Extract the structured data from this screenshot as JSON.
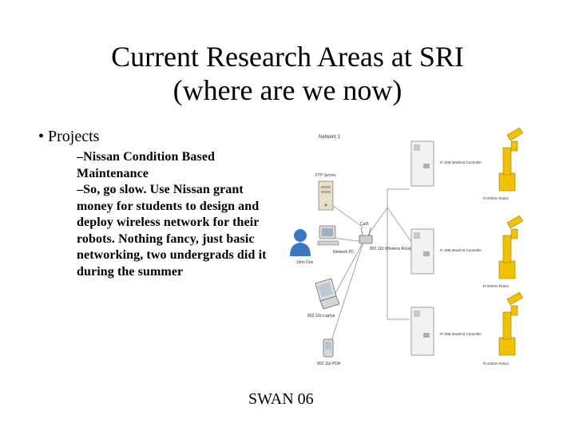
{
  "slide": {
    "title_line1": "Current Research Areas at SRI",
    "title_line2": "(where are we now)",
    "bullet_symbol": "•",
    "bullet_label": "Projects",
    "sub_items": [
      "–Nissan Condition Based Maintenance",
      "–So, go slow. Use Nissan grant money for students to design and deploy wireless network for their robots. Nothing fancy, just basic networking, two undergrads did it during the summer"
    ],
    "footer": "SWAN 06"
  },
  "diagram": {
    "network_label": "Network 1",
    "server_label": "FTP Server",
    "user_label": "John Doe",
    "pc_label": "Network PC",
    "router_label": "802.11b Wireless Router",
    "laptop_label": "802.11b Laptop",
    "pda_label": "802.11b PDA",
    "controllers": [
      "R-J3iB Model B Controller",
      "R-J3iB Model B Controller",
      "R-J3iB Model B Controller"
    ],
    "robots": [
      "R-2000iA Robot",
      "R-2000iA Robot",
      "R-2000iA Robot"
    ],
    "colors": {
      "robot": "#f2c200",
      "line": "#9aa6b2",
      "user": "#3a78c2"
    }
  }
}
